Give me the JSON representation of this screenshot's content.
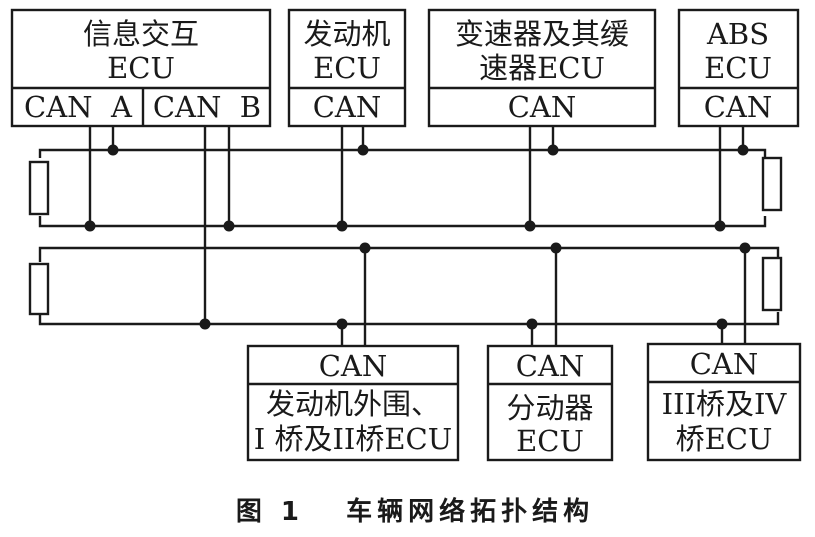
{
  "units": {
    "infotainment": {
      "name_line1": "信息交互",
      "name_line2": "ECU",
      "port_a": "CAN  A",
      "port_b": "CAN  B"
    },
    "engine": {
      "name_line1": "发动机",
      "name_line2": "ECU",
      "port": "CAN"
    },
    "transmission": {
      "name_line1": "变速器及其缓",
      "name_line2": "速器ECU",
      "port": "CAN"
    },
    "abs": {
      "name_line1": "ABS",
      "name_line2": "ECU",
      "port": "CAN"
    },
    "engine_periph": {
      "port": "CAN",
      "name_line1": "发动机外围、",
      "name_line2": "I 桥及II桥ECU"
    },
    "transfer": {
      "port": "CAN",
      "name_line1": "分动器",
      "name_line2": "ECU"
    },
    "axle": {
      "port": "CAN",
      "name_line1": "III桥及IV",
      "name_line2": "桥ECU"
    }
  },
  "caption": "图 1   车辆网络拓扑结构"
}
